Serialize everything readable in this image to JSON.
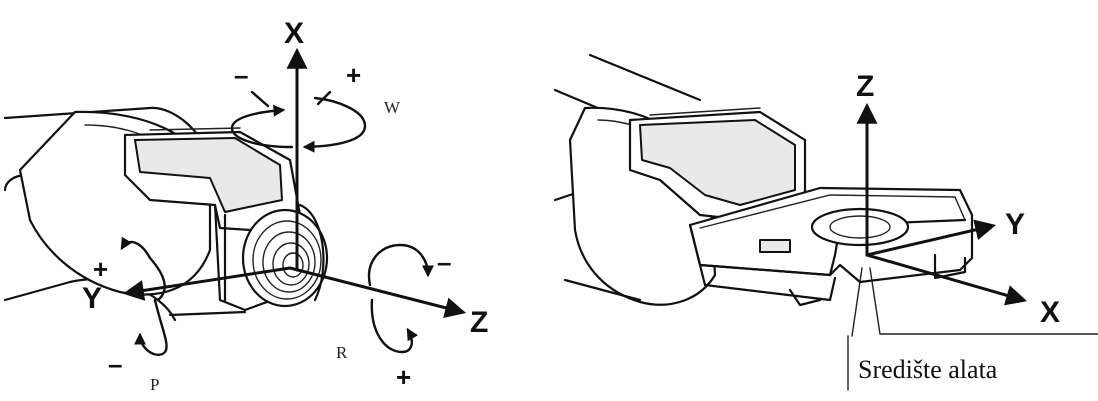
{
  "left_figure": {
    "axis_x": "X",
    "axis_y": "Y",
    "axis_z": "Z",
    "rot_w": "W",
    "rot_r": "R",
    "rot_p": "P",
    "w_minus": "–",
    "w_plus": "+",
    "r_minus": "–",
    "r_plus": "+",
    "p_plus": "+",
    "p_minus": "–"
  },
  "right_figure": {
    "axis_z": "Z",
    "axis_y": "Y",
    "axis_x": "X",
    "tool_center_caption": "Središte alata"
  },
  "colors": {
    "ink": "#111111",
    "background": "#ffffff"
  }
}
